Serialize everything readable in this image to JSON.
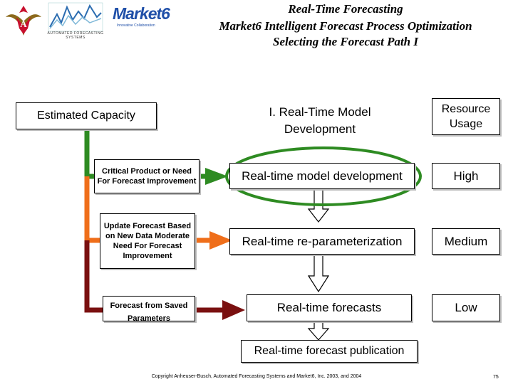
{
  "header": {
    "title_1": "Real-Time Forecasting",
    "title_2": "Market6 Intelligent Forecast Process Optimization",
    "title_3": "Selecting the Forecast Path I",
    "logo_afs_text": "AUTOMATED FORECASTING SYSTEMS",
    "logo_market6_text": "Market6",
    "logo_market6_tagline": "Innovative Collaboration"
  },
  "left": {
    "estimated_capacity": "Estimated Capacity",
    "path_1": "Critical Product or Need For Forecast Improvement",
    "path_2": "Update Forecast Based on New Data Moderate Need For Forecast Improvement",
    "path_3": "Forecast from Saved Parameters"
  },
  "middle": {
    "heading": "I.  Real-Time Model Development",
    "step_1": "Real-time model development",
    "step_2": "Real-time re-parameterization",
    "step_3": "Real-time forecasts",
    "publication": "Real-time forecast publication"
  },
  "right": {
    "heading": "Resource Usage",
    "usage_1": "High",
    "usage_2": "Medium",
    "usage_3": "Low"
  },
  "footer": {
    "copyright": "Copyright Anheuser-Busch, Automated Forecasting Systems and Market6, Inc. 2003, and 2004",
    "page_number": "75"
  },
  "colors": {
    "green": "#2e8b22",
    "orange": "#ef6e1a",
    "darkred": "#7a1010",
    "market6_blue": "#1f4fa8"
  }
}
